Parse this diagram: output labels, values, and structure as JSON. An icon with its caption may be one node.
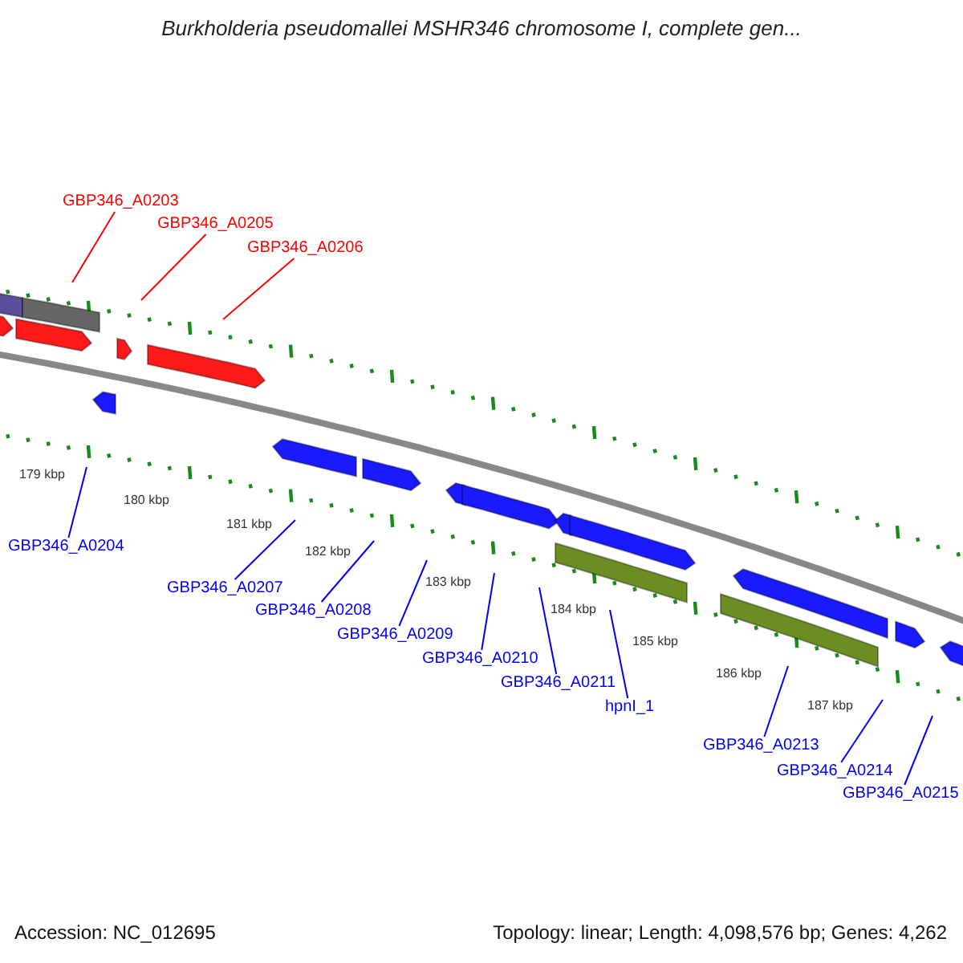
{
  "diagram": {
    "title": "Burkholderia pseudomallei MSHR346 chromosome I, complete gen...",
    "nodes": [
      {
        "text": [
          "GBP346_A0203"
        ]
      },
      {
        "text": [
          "GBP346_A0205"
        ]
      },
      {
        "text": [
          "GBP346_A0206"
        ]
      },
      {
        "text": [
          "GBP346_A0204"
        ]
      },
      {
        "text": [
          "GBP346_A0207"
        ]
      },
      {
        "text": [
          "GBP346_A0208"
        ]
      },
      {
        "text": [
          "GBP346_A0209"
        ]
      },
      {
        "text": [
          "GBP346_A0210"
        ]
      },
      {
        "text": [
          "GBP346_A0211"
        ]
      },
      {
        "text": [
          "hpnI_1"
        ]
      },
      {
        "text": [
          "GBP346_A0213"
        ]
      },
      {
        "text": [
          "GBP346_A0214"
        ]
      },
      {
        "text": [
          "GBP346_A0215"
        ]
      }
    ],
    "edges": [
      {
        "from": 0,
        "to": null,
        "arrow": "none",
        "color": "#ff0000"
      },
      {
        "from": 1,
        "to": null,
        "arrow": "none",
        "color": "#ff0000"
      },
      {
        "from": 2,
        "to": null,
        "arrow": "none",
        "color": "#ff0000"
      },
      {
        "from": 3,
        "to": null,
        "arrow": "none"
      },
      {
        "from": 4,
        "to": null,
        "arrow": "none"
      },
      {
        "from": 5,
        "to": null,
        "arrow": "none"
      },
      {
        "from": 6,
        "to": null,
        "arrow": "none"
      },
      {
        "from": 7,
        "to": null,
        "arrow": "none"
      },
      {
        "from": 8,
        "to": null,
        "arrow": "none"
      },
      {
        "from": 9,
        "to": null,
        "arrow": "none"
      },
      {
        "from": 10,
        "to": null,
        "arrow": "none"
      },
      {
        "from": 11,
        "to": null,
        "arrow": "none"
      },
      {
        "from": 12,
        "to": null,
        "arrow": "none"
      }
    ],
    "labels": [
      "179 kbp",
      "180 kbp",
      "181 kbp",
      "182 kbp",
      "183 kbp",
      "184 kbp",
      "185 kbp",
      "186 kbp",
      "187 kbp",
      "Accession: NC_012695",
      "Topology: linear; Length: 4,098,576 bp; Genes: 4,262"
    ]
  }
}
